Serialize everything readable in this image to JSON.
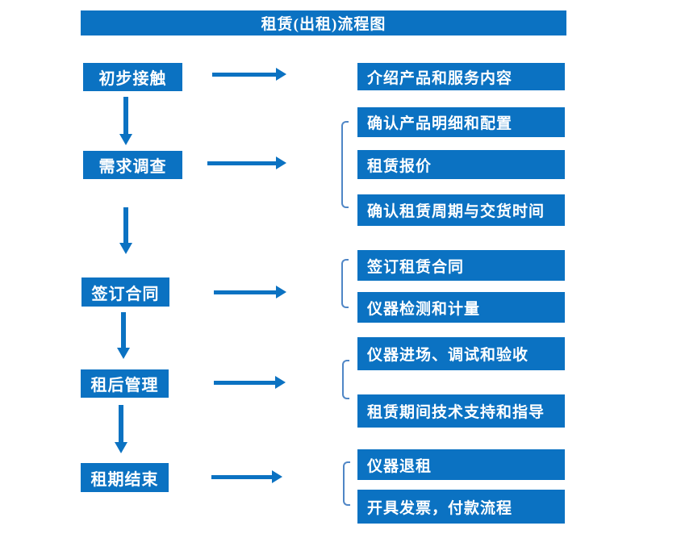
{
  "title": "租赁(出租)流程图",
  "colors": {
    "box_blue": "#0b72c2",
    "bracket_blue": "#4f86c6",
    "text_white": "#ffffff",
    "background": "#ffffff"
  },
  "stages": [
    {
      "label": "初步接触",
      "outputs": [
        "介绍产品和服务内容"
      ]
    },
    {
      "label": "需求调查",
      "outputs": [
        "确认产品明细和配置",
        "租赁报价",
        "确认租赁周期与交货时间"
      ]
    },
    {
      "label": "签订合同",
      "outputs": [
        "签订租赁合同",
        "仪器检测和计量"
      ]
    },
    {
      "label": "租后管理",
      "outputs": [
        "仪器进场、调试和验收",
        "租赁期间技术支持和指导"
      ]
    },
    {
      "label": "租期结束",
      "outputs": [
        "仪器退租",
        "开具发票，付款流程"
      ]
    }
  ]
}
